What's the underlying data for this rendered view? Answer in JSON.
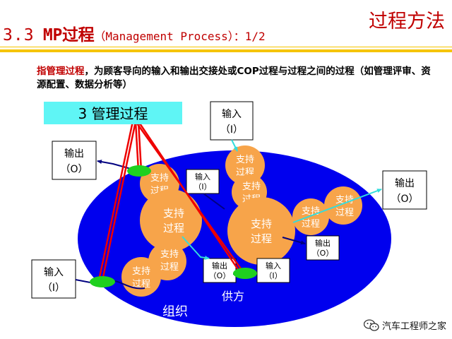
{
  "header": {
    "title_number": "3.3",
    "title_abbr": "MP过程",
    "title_english": "（Management Process）：1/2",
    "brand": "过程方法"
  },
  "description": {
    "term": "指管理过程",
    "rest": "，为顾客导向的输入和输出交接处或COP过程与过程之间的过程（如管理评审、资源配置、数据分析等）"
  },
  "diagram": {
    "mp_label": "3  管理过程",
    "organization_label": "组织",
    "supplier_label": "供方",
    "input_label": "输入",
    "input_code": "（I）",
    "output_label": "输出",
    "output_code": "（O）",
    "support_label_1": "支持",
    "support_label_2": "过程"
  },
  "watermark": {
    "text": "汽车工程师之家",
    "icon": "wechat-icon"
  },
  "colors": {
    "title_red": "#c00000",
    "rule_yellow": "#f5c400",
    "ellipse_blue": "#0000ee",
    "process_orange": "#f7a44a",
    "mp_box_cyan": "#5ff5f5",
    "connector_green": "#1fd01f",
    "mp_line_red": "#ee0000",
    "flow_cyan": "#33dddd",
    "flow_navy": "#000080"
  }
}
